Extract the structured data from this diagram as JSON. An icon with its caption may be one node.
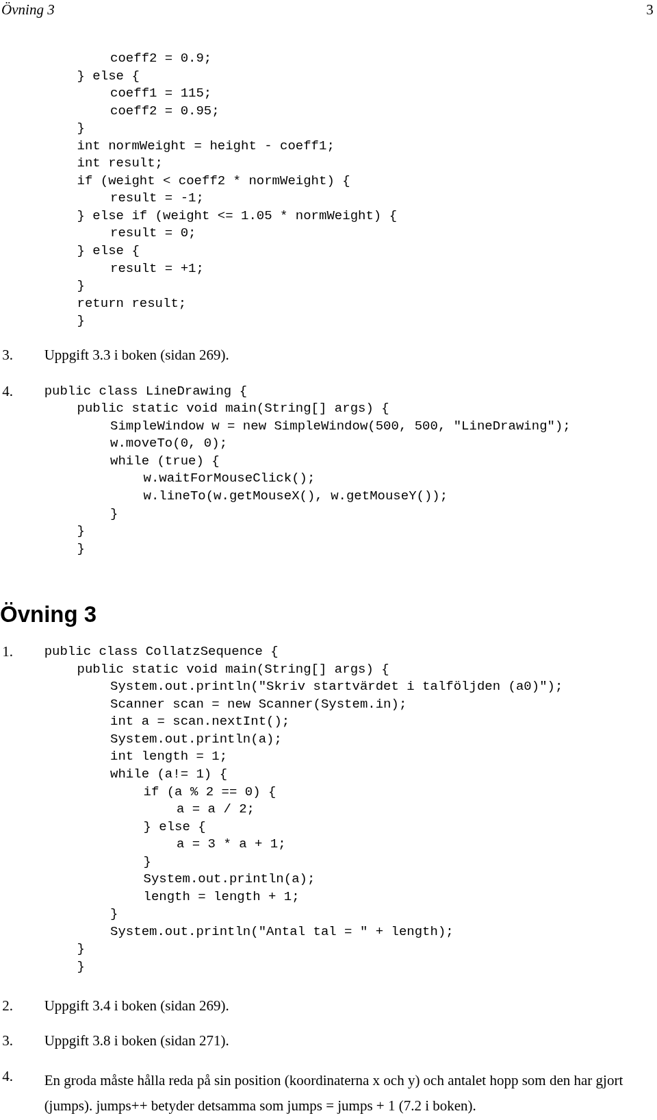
{
  "diagram": {
    "labels": [
      "Övning 3",
      "3",
      "coeff2 = 0.9;",
      "} else {",
      "coeff1 = 115;",
      "coeff2 = 0.95;",
      "}",
      "int normWeight = height - coeff1;",
      "int result;",
      "if (weight < coeff2 * normWeight) {",
      "result = -1;",
      "} else if (weight <= 1.05 * normWeight) {",
      "result = 0;",
      "} else {",
      "result = +1;",
      "}",
      "return result;",
      "}",
      "3.",
      "Uppgift 3.3 i boken (sidan 269).",
      "4.",
      "public class LineDrawing {",
      "public static void main(String[] args) {",
      "SimpleWindow w = new SimpleWindow(500, 500, \"LineDrawing\");",
      "w.moveTo(0, 0);",
      "while (true) {",
      "w.waitForMouseClick();",
      "w.lineTo(w.getMouseX(), w.getMouseY());",
      "}",
      "}",
      "}",
      "Övning 3",
      "1.",
      "public class CollatzSequence {",
      "public static void main(String[] args) {",
      "System.out.println(\"Skriv startvärdet i talföljden (a0)\");",
      "Scanner scan = new Scanner(System.in);",
      "int a = scan.nextInt();",
      "System.out.println(a);",
      "int length = 1;",
      "while (a!= 1) {",
      "if (a % 2 == 0) {",
      "a = a / 2;",
      "} else {",
      "a = 3 * a + 1;",
      "}",
      "System.out.println(a);",
      "length = length + 1;",
      "}",
      "System.out.println(\"Antal tal = \" + length);",
      "}",
      "}",
      "2.",
      "Uppgift 3.4 i boken (sidan 269).",
      "3.",
      "Uppgift 3.8 i boken (sidan 271).",
      "4.",
      "En groda måste hålla reda på sin position (koordinaterna x och y) och antalet hopp som den har gjort (jumps). jumps++ betyder detsamma som jumps = jumps + 1 (7.2 i boken)."
    ]
  }
}
